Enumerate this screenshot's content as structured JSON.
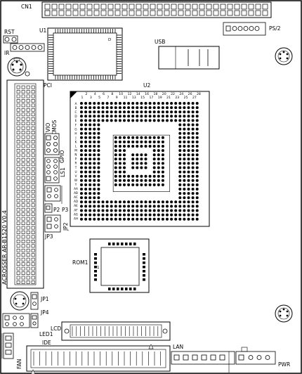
{
  "board": {
    "model_label": "ACROSSER AR-B1520 V0.4"
  },
  "labels": {
    "cn1": "CN1",
    "u1": "U1",
    "rst": "RST",
    "ir": "IR",
    "pci": "PCI",
    "usb": "USB",
    "ps2": "PS/2",
    "u2": "U2",
    "vio": "VIO",
    "cmos": "CMOS",
    "gpio": "GPIO",
    "ls1": "LS1",
    "p2": "P2",
    "p3": "P3",
    "jp2": "JP2",
    "jp3": "JP3",
    "rom1": "ROM1",
    "jp1": "JP1",
    "jp4": "JP4",
    "led1": "LED1",
    "lcd": "LCD",
    "ide": "IDE",
    "lan": "LAN",
    "fan": "FAN",
    "pwr": "PWR",
    "chip_marker": "D"
  },
  "u2_axis": {
    "top_row_a": [
      "2",
      "4",
      "6",
      "8",
      "10",
      "12",
      "14",
      "16",
      "18",
      "20",
      "22",
      "24",
      "26",
      "28"
    ],
    "top_row_b": [
      "1",
      "3",
      "5",
      "7",
      "9",
      "11",
      "13",
      "15",
      "17",
      "19",
      "21",
      "23",
      "25",
      "27"
    ],
    "left_col": [
      "A",
      "B",
      "C",
      "D",
      "E",
      "F",
      "G",
      "H",
      "J",
      "K",
      "L",
      "M",
      "N",
      "P",
      "R",
      "T",
      "U",
      "V",
      "W",
      "Y",
      "AA",
      "AB",
      "AC",
      "AD",
      "AE",
      "AF",
      "AG",
      "AH"
    ]
  },
  "rom_pin_mark": "1"
}
